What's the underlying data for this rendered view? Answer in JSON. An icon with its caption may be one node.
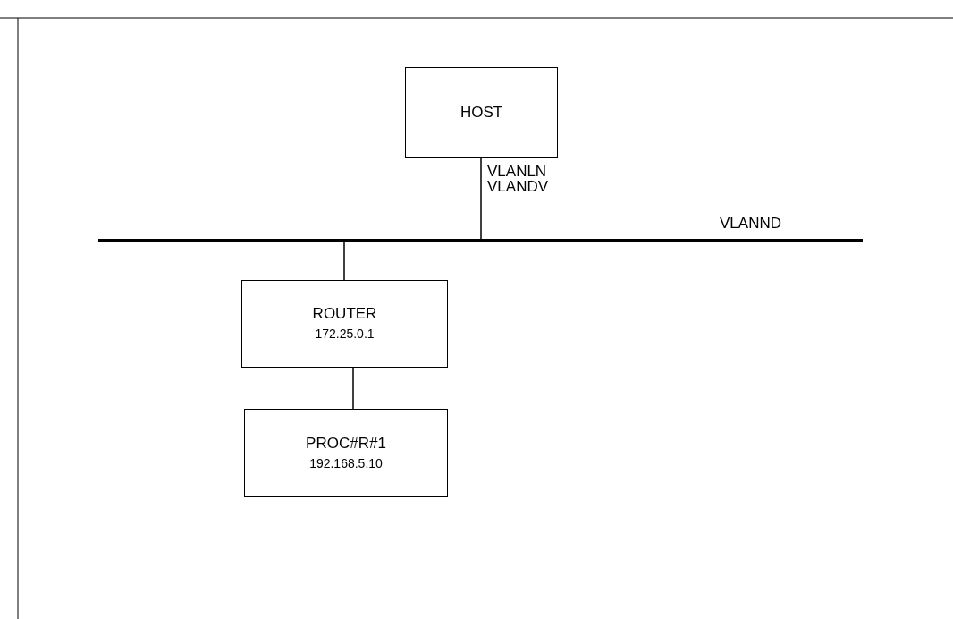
{
  "diagram": {
    "nodes": [
      {
        "text": [
          "HOST"
        ]
      },
      {
        "text": [],
        "shape": "bar",
        "beside": [
          "VLANND"
        ]
      },
      {
        "text": [
          "ROUTER",
          "172.25.0.1"
        ]
      },
      {
        "text": [
          "PROC#R#1",
          "192.168.5.10"
        ]
      }
    ],
    "edges": [
      {
        "from": 0,
        "to": 1,
        "arrow": "none",
        "label": "VLANLN VLANDV"
      },
      {
        "from": 1,
        "to": 2,
        "arrow": "none"
      },
      {
        "from": 2,
        "to": 3,
        "arrow": "none"
      }
    ]
  }
}
